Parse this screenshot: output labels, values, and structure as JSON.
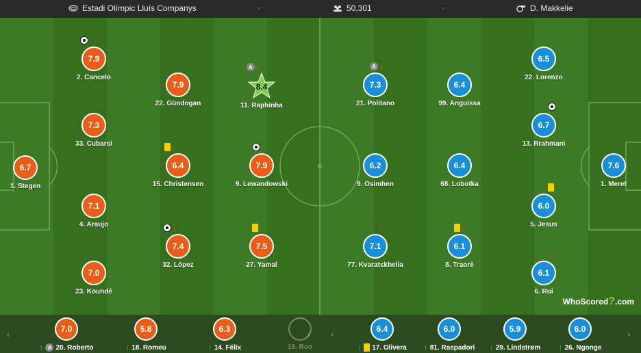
{
  "topbar": {
    "stadium": "Estadi Olímpic Lluís Companys",
    "attendance": "50,301",
    "referee": "D. Makkelie",
    "separator": "·"
  },
  "home_players": [
    {
      "rating": "6.7",
      "name": "1. Stegen"
    },
    {
      "rating": "7.9",
      "name": "2. Cancelo"
    },
    {
      "rating": "7.3",
      "name": "33. Cubarsí"
    },
    {
      "rating": "7.1",
      "name": "4. Araujo"
    },
    {
      "rating": "7.0",
      "name": "23. Koundé"
    },
    {
      "rating": "7.9",
      "name": "22. Gündogan"
    },
    {
      "rating": "6.4",
      "name": "15. Christensen"
    },
    {
      "rating": "7.4",
      "name": "32. López"
    },
    {
      "rating": "8.4",
      "name": "11. Raphinha"
    },
    {
      "rating": "7.9",
      "name": "9. Lewandowski"
    },
    {
      "rating": "7.5",
      "name": "27. Yamal"
    }
  ],
  "away_players": [
    {
      "rating": "7.3",
      "name": "21. Politano"
    },
    {
      "rating": "6.2",
      "name": "9. Osimhen"
    },
    {
      "rating": "7.1",
      "name": "77. Kvaratskhelia"
    },
    {
      "rating": "6.4",
      "name": "99. Anguissa"
    },
    {
      "rating": "6.4",
      "name": "68. Lobotka"
    },
    {
      "rating": "6.1",
      "name": "8. Traorè"
    },
    {
      "rating": "6.5",
      "name": "22. Lorenzo"
    },
    {
      "rating": "6.7",
      "name": "13. Rrahmani"
    },
    {
      "rating": "6.0",
      "name": "5. Jesus"
    },
    {
      "rating": "6.1",
      "name": "6. Rui"
    },
    {
      "rating": "7.6",
      "name": "1. Meret"
    }
  ],
  "home_subs": [
    {
      "rating": "7.0",
      "name": "20. Roberto"
    },
    {
      "rating": "5.8",
      "name": "18. Romeu"
    },
    {
      "rating": "6.3",
      "name": "14. Félix"
    },
    {
      "rating": "",
      "name": "19. Roo"
    }
  ],
  "away_subs": [
    {
      "rating": "6.4",
      "name": "17. Olivera"
    },
    {
      "rating": "6.0",
      "name": "81. Raspadori"
    },
    {
      "rating": "5.9",
      "name": "29. Lindstrøm"
    },
    {
      "rating": "6.0",
      "name": "26. Ngonge"
    }
  ],
  "captain_label": "A",
  "nav": {
    "prev": "‹",
    "next": "›"
  },
  "logo": {
    "text": "WhoScored",
    "suffix": ".com"
  },
  "colors": {
    "home": "#e85d18",
    "away": "#1a8fd8",
    "star": "#7fd04a",
    "pitch": "#3d7a25"
  }
}
